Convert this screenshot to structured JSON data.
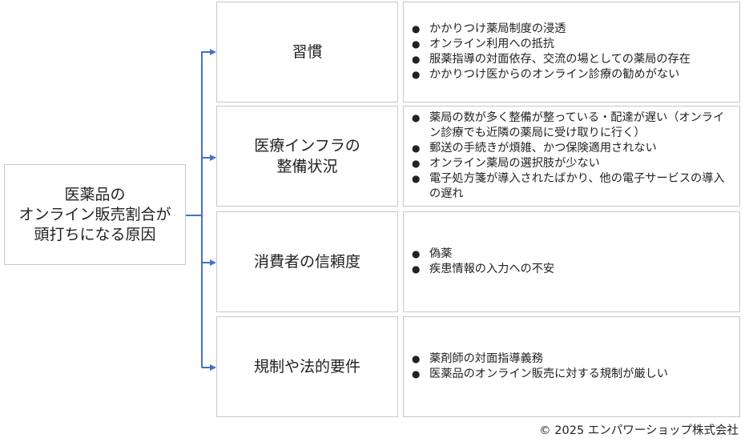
{
  "root": {
    "lines": [
      "医薬品の",
      "オンライン販売割合が",
      "頭打ちになる原因"
    ]
  },
  "categories": [
    {
      "lines": [
        "習慣"
      ],
      "items": [
        "かかりつけ薬局制度の浸透",
        "オンライン利用への抵抗",
        "服薬指導の対面依存、交流の場としての薬局の存在",
        "かかりつけ医からのオンライン診療の勧めがない"
      ]
    },
    {
      "lines": [
        "医療インフラの",
        "整備状況"
      ],
      "items": [
        "薬局の数が多く整備が整っている・配達が遅い（オンライン診療でも近隣の薬局に受け取りに行く）",
        "郵送の手続きが煩雑、かつ保険適用されない",
        "オンライン薬局の選択肢が少ない",
        "電子処方箋が導入されたばかり、他の電子サービスの導入の遅れ"
      ]
    },
    {
      "lines": [
        "消費者の信頼度"
      ],
      "items": [
        "偽薬",
        "疾患情報の入力への不安"
      ]
    },
    {
      "lines": [
        "規制や法的要件"
      ],
      "items": [
        "薬剤師の対面指導義務",
        "医薬品のオンライン販売に対する規制が厳しい"
      ]
    }
  ],
  "copyright": "© 2025 エンパワーショップ株式会社"
}
